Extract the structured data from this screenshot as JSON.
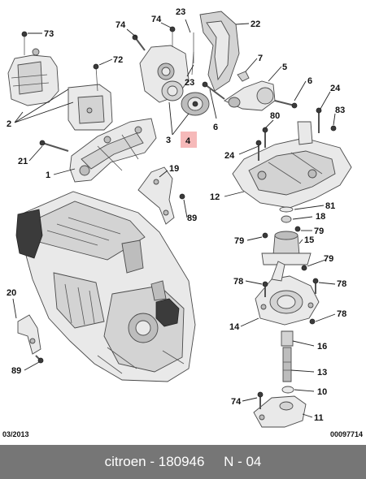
{
  "diagram": {
    "highlighted_callout": "4",
    "highlight_color": "#f6b9b9",
    "callouts": {
      "c73": "73",
      "c72": "72",
      "c2": "2",
      "c21": "21",
      "c1": "1",
      "c74a": "74",
      "c74b": "74",
      "c23a": "23",
      "c22": "22",
      "c23b": "23",
      "c7": "7",
      "c5": "5",
      "c6a": "6",
      "c6b": "6",
      "c3": "3",
      "c4": "4",
      "c80": "80",
      "c24a": "24",
      "c83": "83",
      "c24b": "24",
      "c12": "12",
      "c19": "19",
      "c89a": "89",
      "c81": "81",
      "c18": "18",
      "c79a": "79",
      "c79b": "79",
      "c15": "15",
      "c79c": "79",
      "c78a": "78",
      "c78b": "78",
      "c14": "14",
      "c78c": "78",
      "c16": "16",
      "c13": "13",
      "c10": "10",
      "c74c": "74",
      "c11": "11",
      "c20": "20",
      "c89b": "89"
    }
  },
  "footer": {
    "date": "03/2013",
    "doc_number": "00097714"
  },
  "banner": {
    "text": "citroen - 180946     N - 04"
  }
}
